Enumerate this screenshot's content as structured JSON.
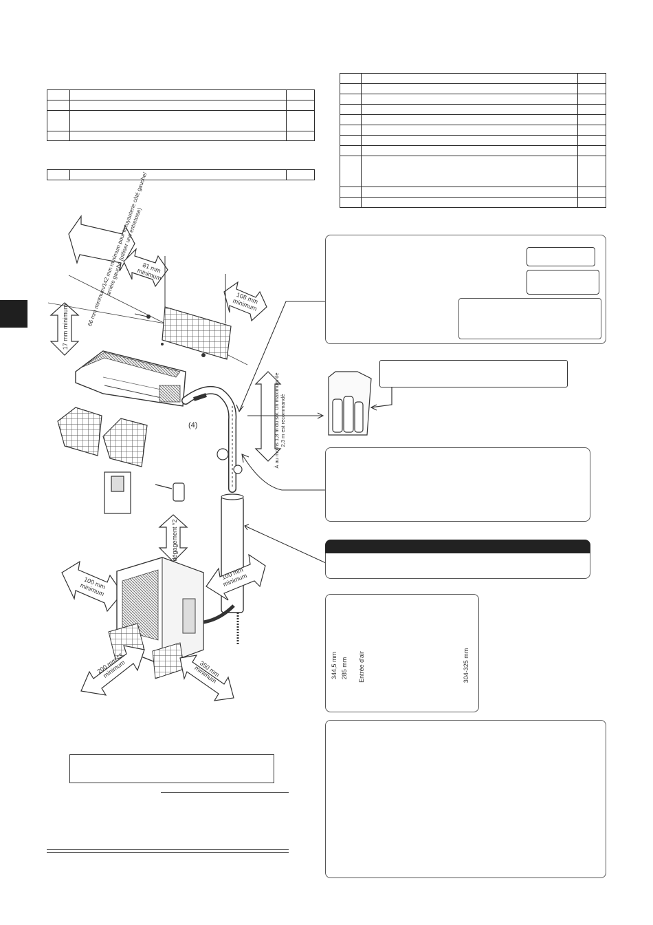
{
  "labels": {
    "clearance_top_left": "66 mm minimum/142 mm minimum pour la tuyauterie côté gauche/ arrière gauche (utiliser une entretoise)",
    "clearance_left_81": "81 mm minimum",
    "clearance_right_108": "108 mm minimum",
    "clearance_17": "17 mm minimum",
    "part_4": "(4)",
    "height_note": "À au moins 1,8 m du sol. Un maximum de 2,3 m est recommandé",
    "degagement": "dégagement *2",
    "clearance_100_left": "100 mm minimum",
    "clearance_100_right": "100 mm minimum",
    "clearance_200": "200 mm *3 minimum",
    "clearance_350": "350 mm minimum",
    "dim_344": "344,5 mm",
    "dim_285": "285 mm",
    "air_inlet": "Entrée d'air",
    "dim_304": "304-325 mm"
  },
  "colors": {
    "ink": "#222222",
    "line": "#333333",
    "tab": "#1f1f1f",
    "warning_bar": "#222222"
  }
}
